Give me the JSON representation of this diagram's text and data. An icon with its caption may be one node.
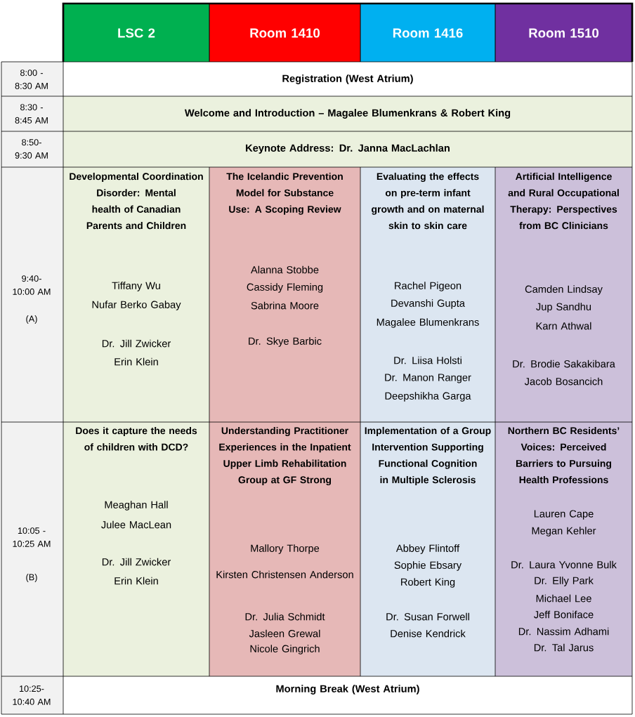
{
  "diagram": {
    "labels": [
      "LSC 2",
      "Room 1410",
      "Room 1416",
      "Room 1510",
      "8:00 - 8:30 AM",
      "Registration (West Atrium)",
      "8:30 - 8:45 AM",
      "Welcome and Introduction – Magalee Blumenkrans & Robert King",
      "8:50- 9:30 AM",
      "Keynote Address: Dr. Janna MacLachlan",
      "9:40-10:00 AM",
      "(A)",
      "Developmental Coordination Disorder: Mental health of Canadian Parents and Children",
      "Tiffany Wu",
      "Nufar Berko Gabay",
      "Dr. Jill Zwicker",
      "Erin Klein",
      "The Icelandic Prevention Model for Substance Use: A Scoping Review",
      "Alanna Stobbe",
      "Cassidy Fleming",
      "Sabrina Moore",
      "Dr. Skye Barbic",
      "Evaluating the effects on pre-term infant growth and on maternal skin to skin care",
      "Rachel Pigeon",
      "Devanshi Gupta",
      "Magalee Blumenkrans",
      "Dr. Liisa Holsti",
      "Dr. Manon Ranger",
      "Deepshikha Garga",
      "Artificial Intelligence and Rural Occupational Therapy: Perspectives from BC Clinicians",
      "Camden Lindsay",
      "Jup Sandhu",
      "Karn Athwal",
      "Dr. Brodie Sakakibara",
      "Jacob Bosancich",
      "10:05 - 10:25 AM",
      "(B)",
      "Does it capture the needs of children with DCD?",
      "Meaghan Hall",
      "Julee MacLean",
      "Dr. Jill Zwicker",
      "Erin Klein",
      "Understanding Practitioner Experiences in the Inpatient Upper Limb Rehabilitation Group at GF Strong",
      "Mallory Thorpe",
      "Kirsten Christensen Anderson",
      "Dr. Julia Schmidt",
      "Jasleen Grewal",
      "Nicole Gingrich",
      "Implementation of a Group Intervention Supporting Functional Cognition in Multiple Sclerosis",
      "Abbey Flintoff",
      "Sophie Ebsary",
      "Robert King",
      "Dr. Susan Forwell",
      "Denise Kendrick",
      "Northern BC Residents’ Voices: Perceived Barriers to Pursuing Health Professions",
      "Lauren Cape",
      "Megan Kehler",
      "Dr. Laura Yvonne Bulk",
      "Dr. Elly Park",
      "Michael Lee",
      "Jeff Boniface",
      "Dr. Nassim Adhami",
      "Dr. Tal Jarus",
      "10:25-10:40 AM",
      "Morning Break (West Atrium)"
    ]
  }
}
